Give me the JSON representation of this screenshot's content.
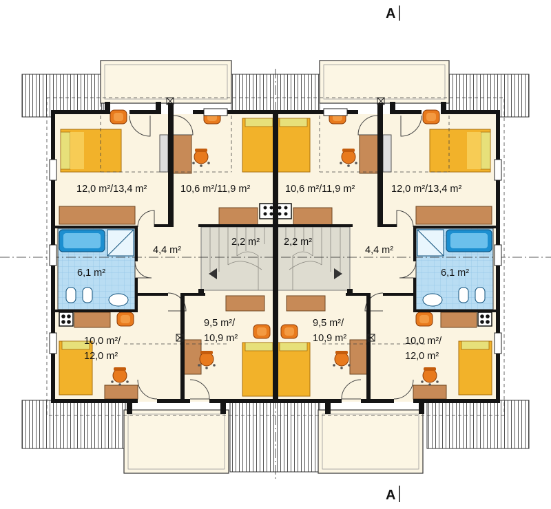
{
  "section_marks": [
    "A",
    "A"
  ],
  "rooms": [
    {
      "name": "bedroom-nw",
      "area": "12,0 m²/13,4 m²"
    },
    {
      "name": "bedroom-n-left",
      "area": "10,6 m²/11,9 m²"
    },
    {
      "name": "bedroom-n-right",
      "area": "10,6 m²/11,9 m²"
    },
    {
      "name": "bedroom-ne",
      "area": "12,0 m²/13,4 m²"
    },
    {
      "name": "stair-left",
      "area": "2,2 m²"
    },
    {
      "name": "stair-right",
      "area": "2,2 m²"
    },
    {
      "name": "hall-left",
      "area": "4,4 m²"
    },
    {
      "name": "hall-right",
      "area": "4,4 m²"
    },
    {
      "name": "bathroom-left",
      "area": "6,1 m²"
    },
    {
      "name": "bathroom-right",
      "area": "6,1 m²"
    },
    {
      "name": "bedroom-s-left",
      "area1": "9,5 m²/",
      "area2": "10,9 m²"
    },
    {
      "name": "bedroom-s-right",
      "area1": "9,5 m²/",
      "area2": "10,9 m²"
    },
    {
      "name": "bedroom-sw",
      "area1": "10,0 m²/",
      "area2": "12,0 m²"
    },
    {
      "name": "bedroom-se",
      "area1": "10,0 m²/",
      "area2": "12,0 m²"
    }
  ],
  "colors": {
    "floor": "#fbf4e1",
    "wall": "#141414",
    "bed": "#f2b22a",
    "furniture": "#c78a57",
    "chair": "#e87a1d",
    "bath_tile": "#b9ddf3",
    "tub": "#1c8fd0",
    "stair": "#dedcd0",
    "balcony": "#fcf6e4"
  }
}
